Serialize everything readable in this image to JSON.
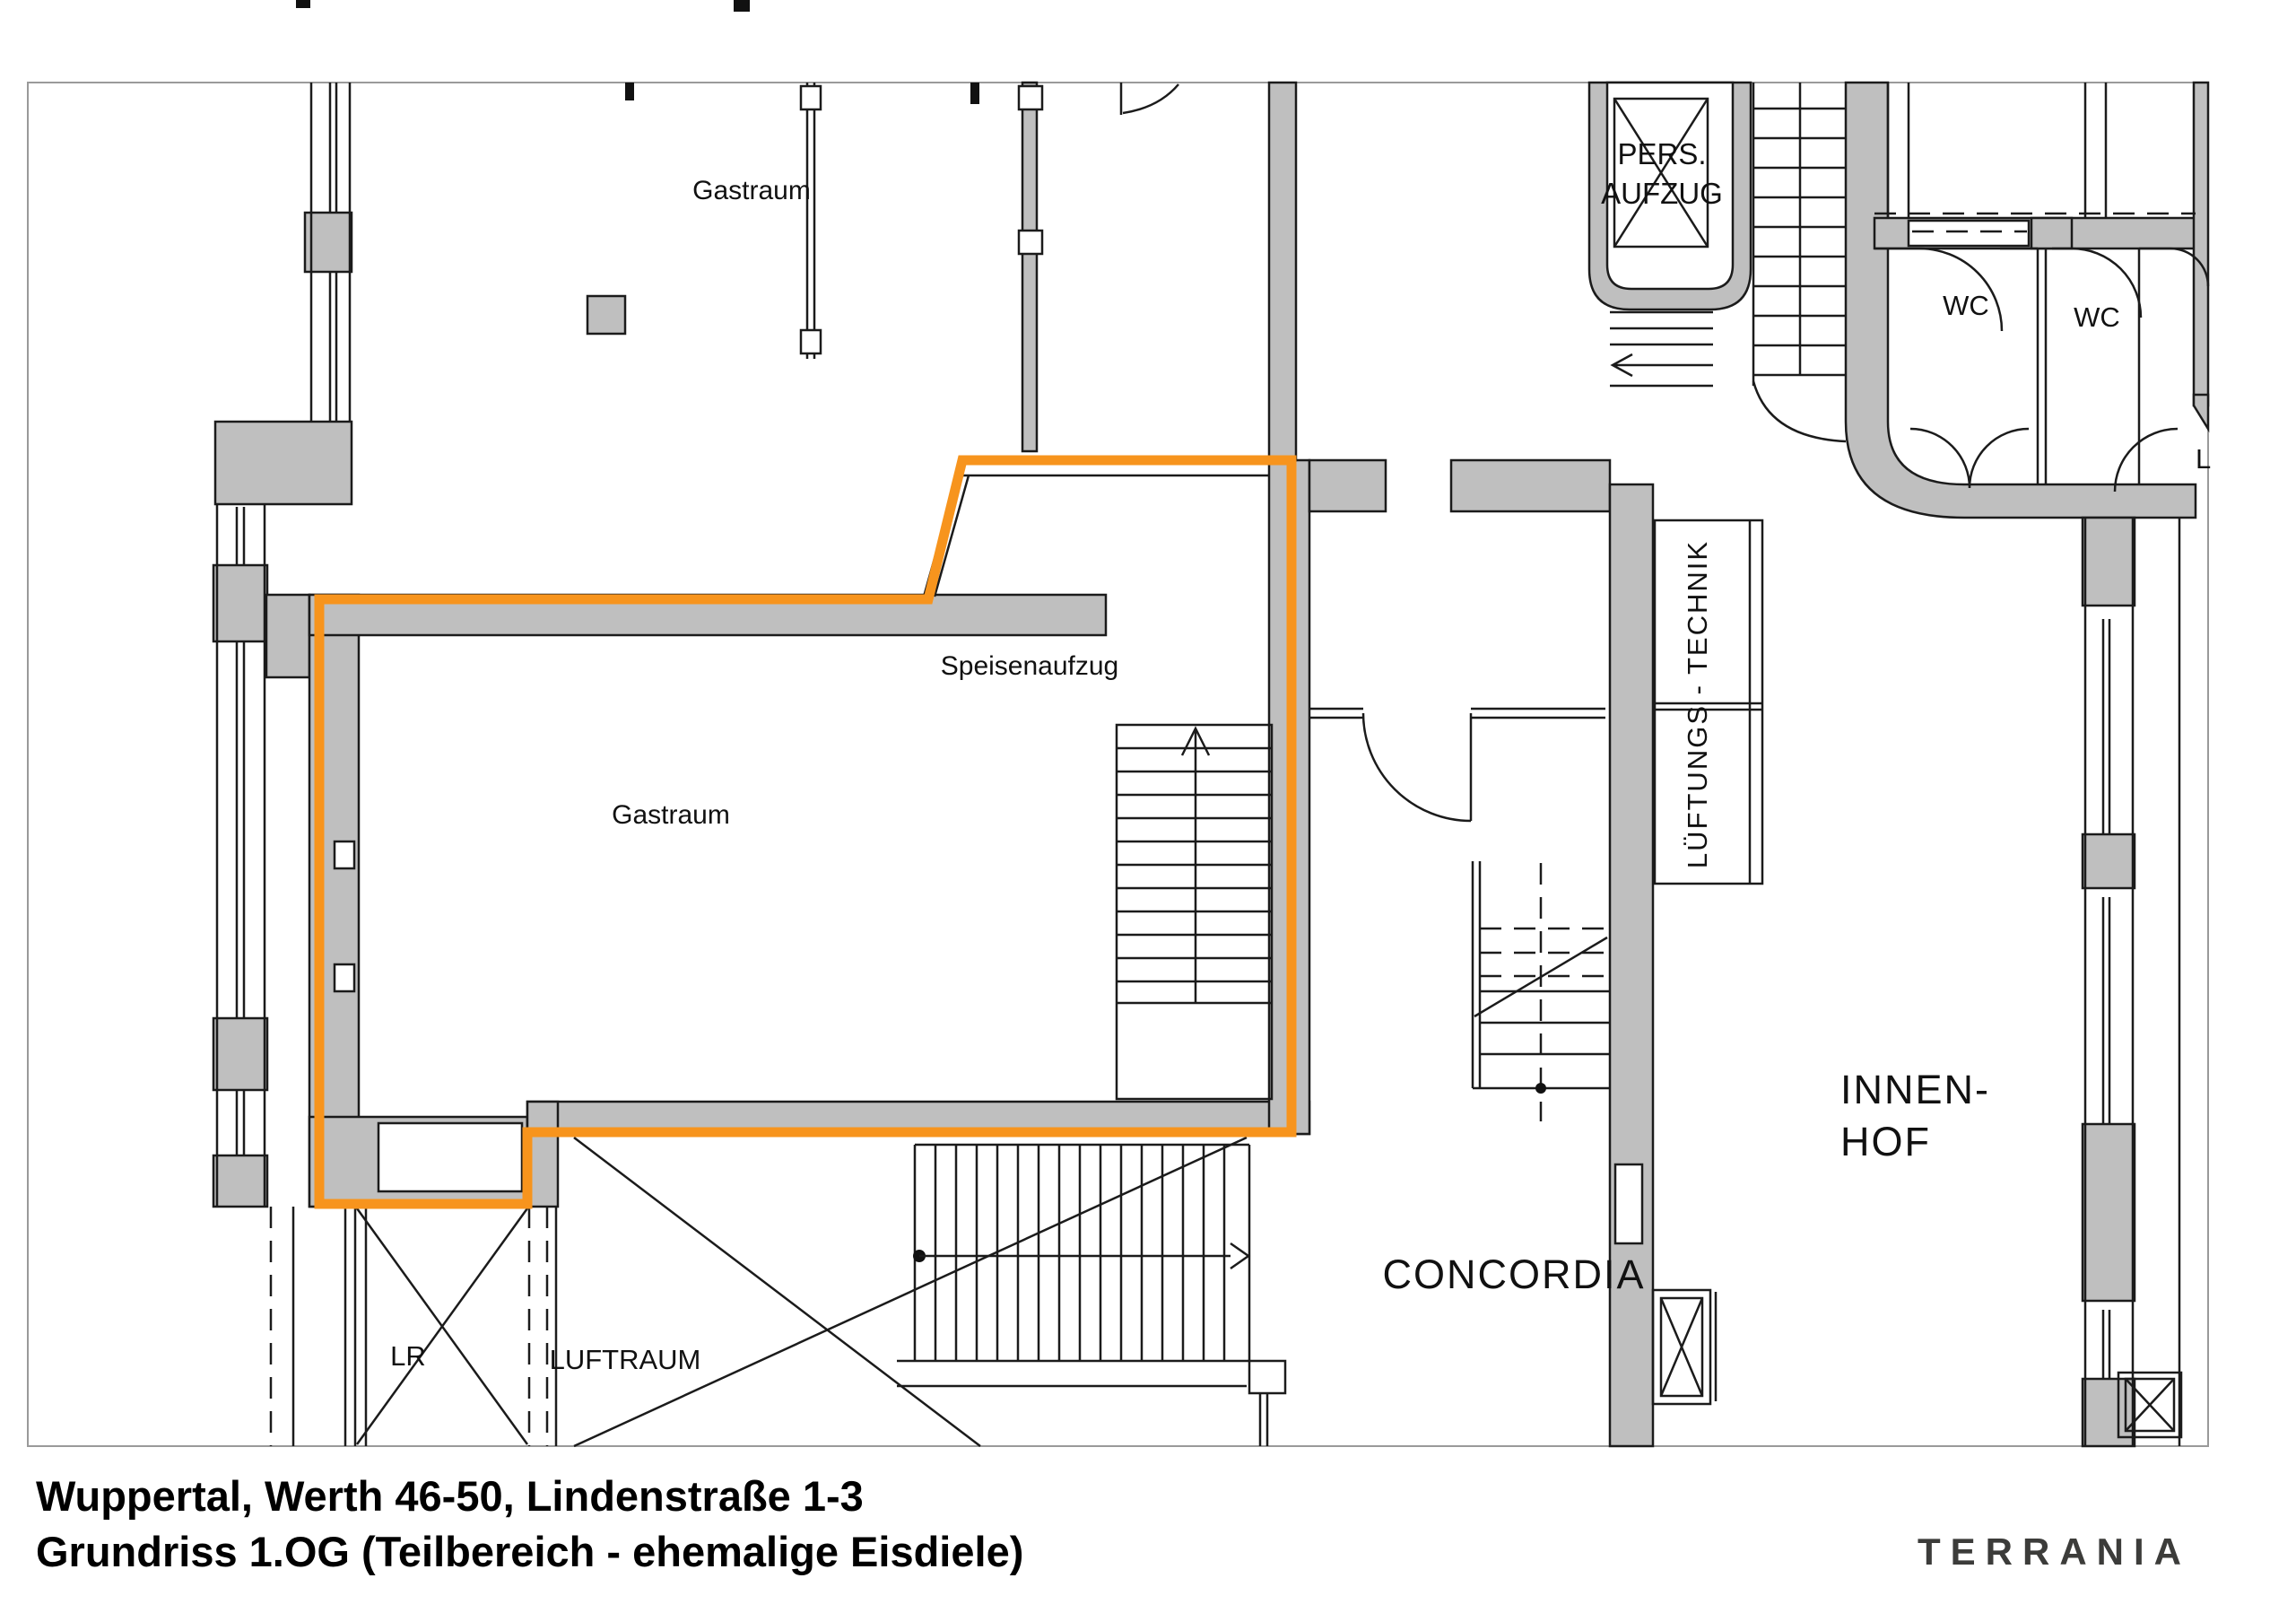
{
  "plan": {
    "rooms": {
      "gastraum_upper": "Gastraum",
      "gastraum_lower": "Gastraum",
      "speisenaufzug": "Speisenaufzug",
      "pers_aufzug_line1": "PERS.",
      "pers_aufzug_line2": "AUFZUG",
      "wc_left": "WC",
      "wc_right": "WC",
      "edge_label_partial": "L",
      "lueftungstechnik": "LÜFTUNGS - TECHNIK",
      "innenhof_line1": "INNEN-",
      "innenhof_line2": "HOF",
      "concordia": "CONCORDIA",
      "lr": "LR",
      "luftraum": "LUFTRAUM"
    }
  },
  "caption": {
    "line1": "Wuppertal, Werth 46-50, Lindenstraße 1-3",
    "line2": "Grundriss 1.OG (Teilbereich - ehemalige Eisdiele)"
  },
  "brand": {
    "logo_text": "TERRANIA"
  },
  "colors": {
    "highlight_orange": "#F7941D",
    "wall_gray": "#BFBFBF",
    "line_black": "#1B1B1B",
    "brand_gray": "#3C3C3A"
  }
}
